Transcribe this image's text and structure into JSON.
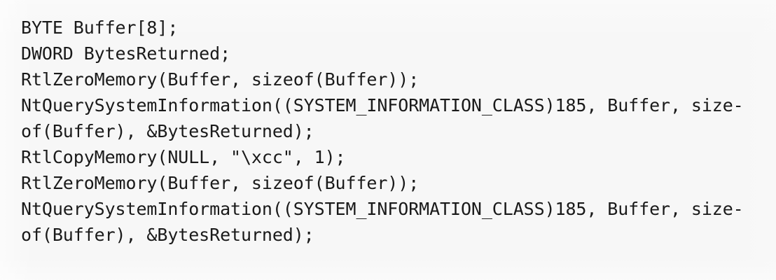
{
  "figure": {
    "kind": "code-snippet",
    "language": "C",
    "background_color": "#f7f7f7",
    "text_color": "#1a1a1a"
  },
  "code": {
    "lines": [
      "BYTE Buffer[8];",
      "DWORD BytesReturned;",
      "RtlZeroMemory(Buffer, sizeof(Buffer));",
      "NtQuerySystemInformation((SYSTEM_INFORMATION_CLASS)185, Buffer, size-",
      "of(Buffer), &BytesReturned);",
      "RtlCopyMemory(NULL, \"\\xcc\", 1);",
      "RtlZeroMemory(Buffer, sizeof(Buffer));",
      "NtQuerySystemInformation((SYSTEM_INFORMATION_CLASS)185, Buffer, size-",
      "of(Buffer), &BytesReturned);"
    ]
  }
}
